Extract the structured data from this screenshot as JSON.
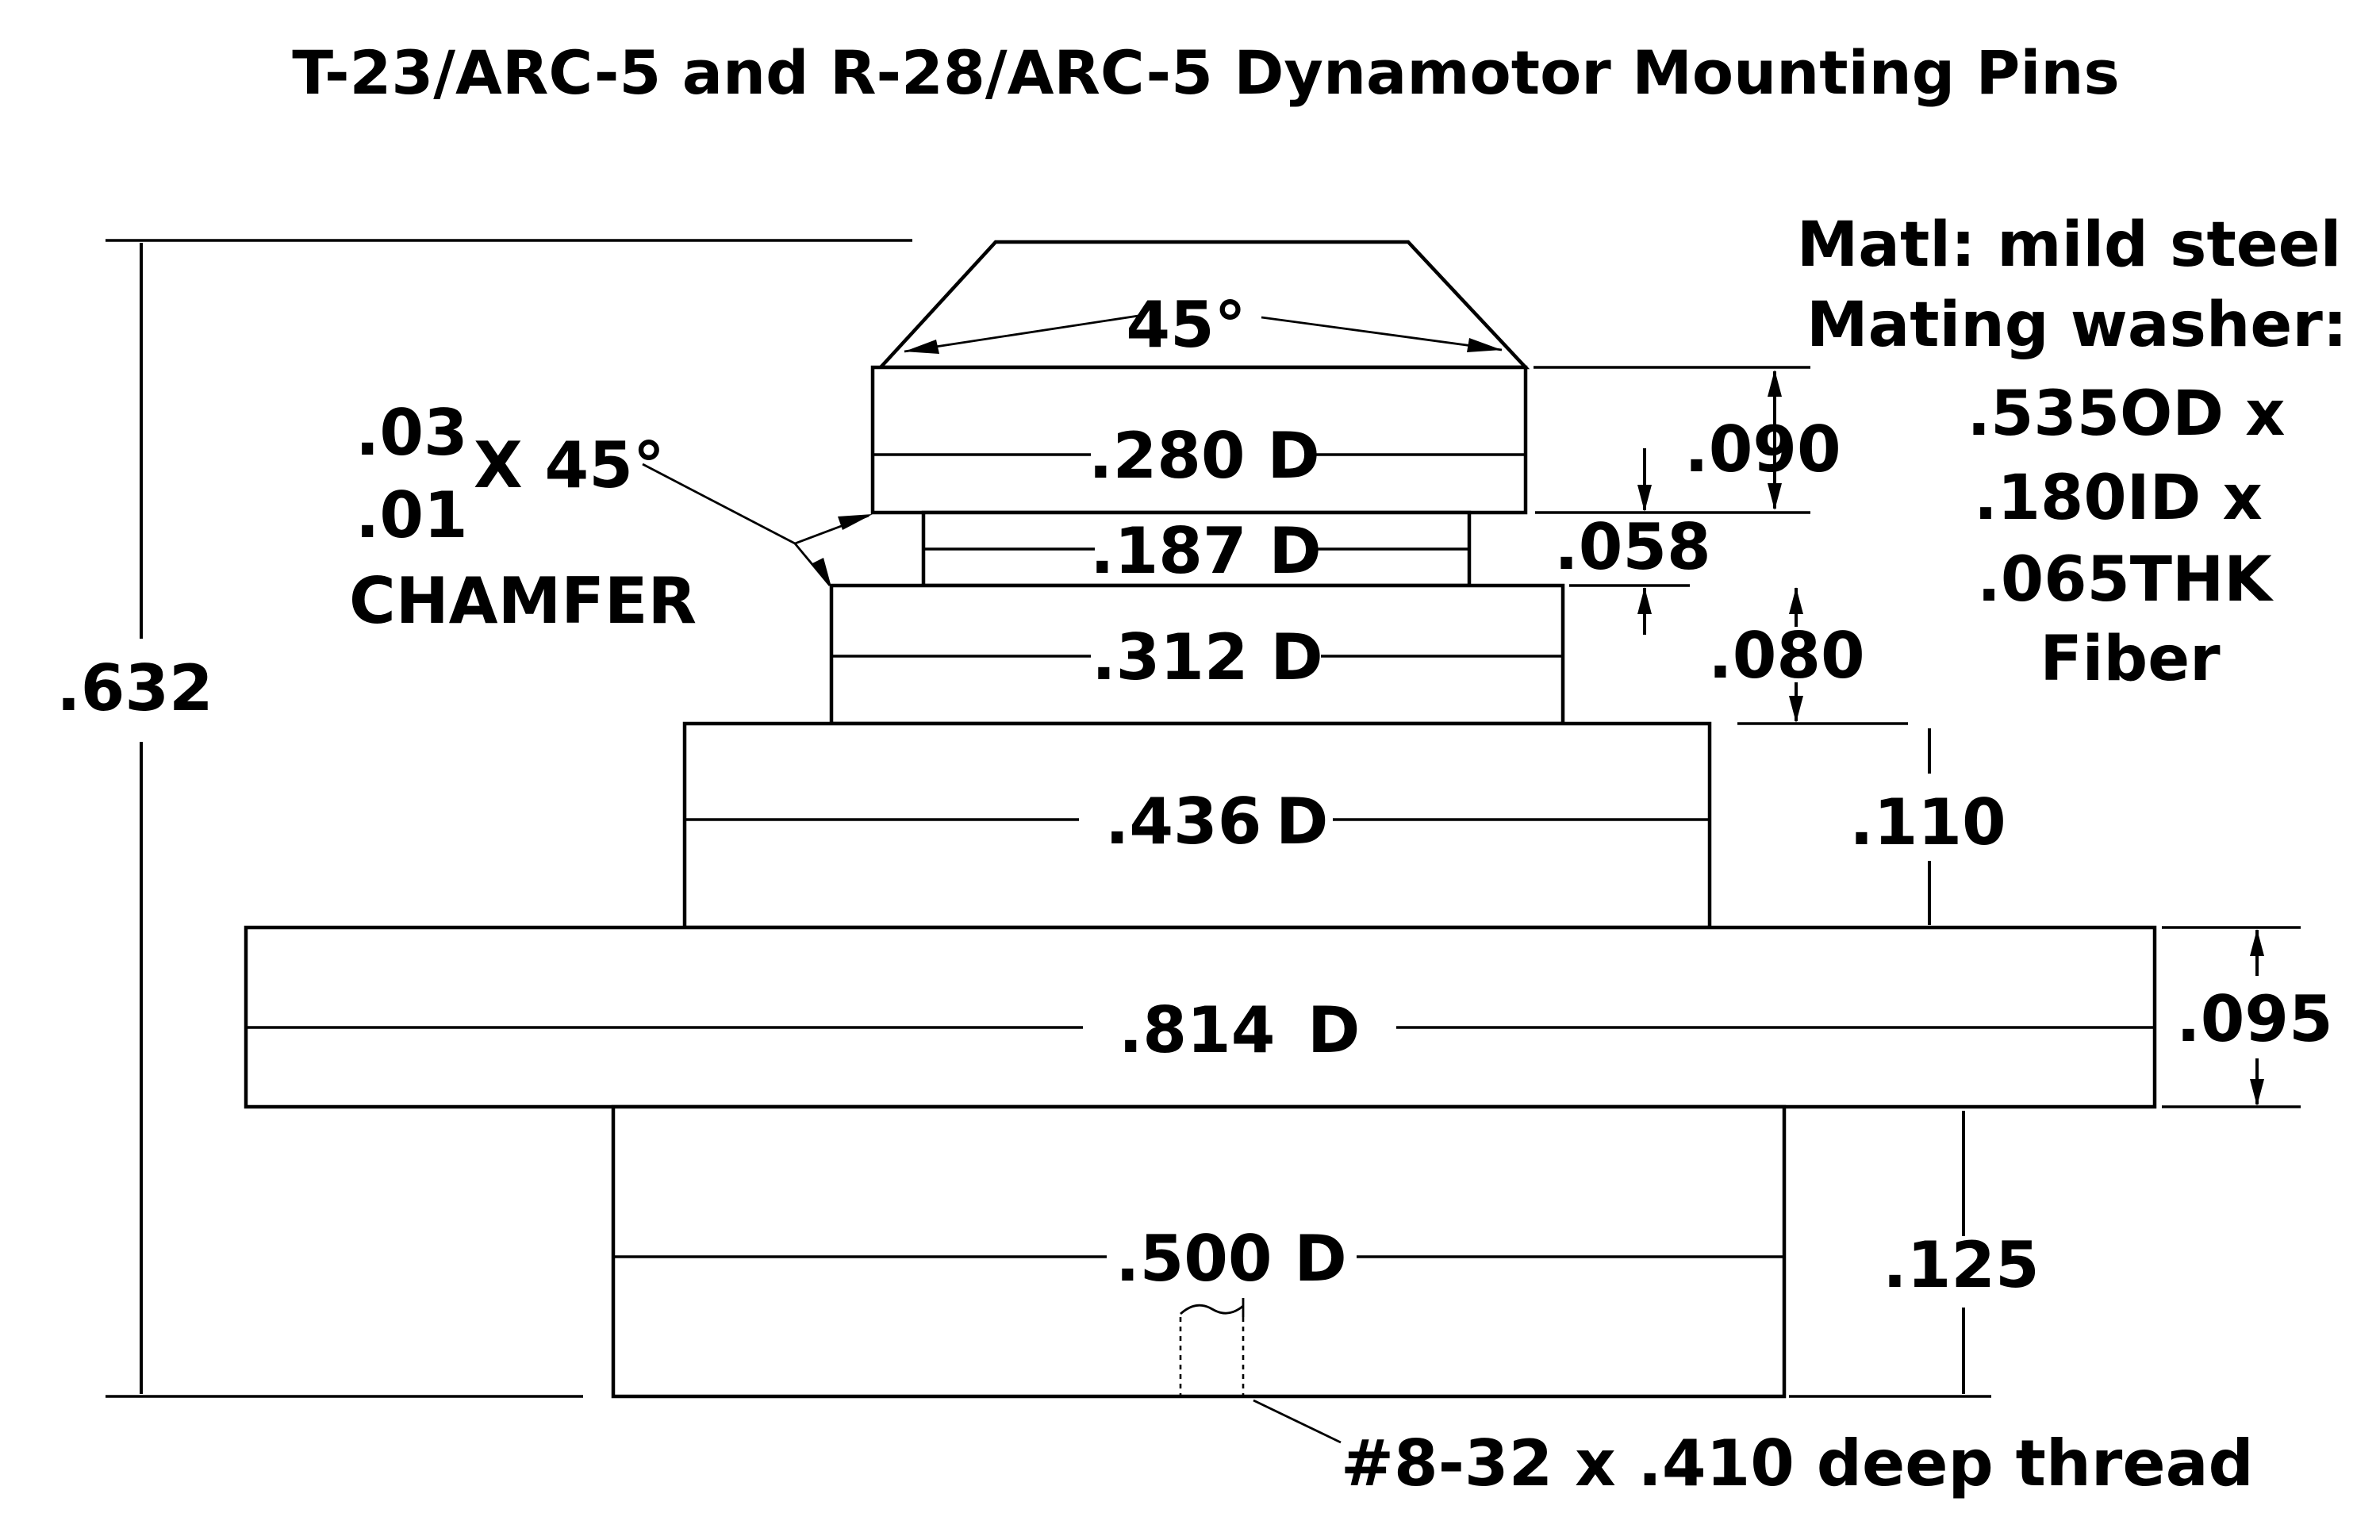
{
  "title": "T-23/ARC-5 and R-28/ARC-5 Dynamotor Mounting Pins",
  "material_notes": {
    "line1": "Matl: mild steel",
    "line2": "Mating washer:",
    "line3": ".535OD x",
    "line4": ".180ID x",
    "line5": ".065THK",
    "line6": "Fiber"
  },
  "chamfer_note": {
    "dim_a": ".03",
    "dim_b": ".01",
    "angle": "X 45°",
    "label": "CHAMFER"
  },
  "top_angle": "45°",
  "diameters": {
    "d280": ".280 D",
    "d187": ".187 D",
    "d312": ".312 D",
    "d436_num": ".436",
    "d436_unit": "D",
    "d814_num": ".814",
    "d814_unit": "D",
    "d500": ".500 D"
  },
  "heights": {
    "h090": ".090",
    "h058": ".058",
    "h080": ".080",
    "h110": ".110",
    "h095": ".095",
    "h125": ".125",
    "overall": ".632"
  },
  "thread_note": "#8-32 x .410 deep thread"
}
